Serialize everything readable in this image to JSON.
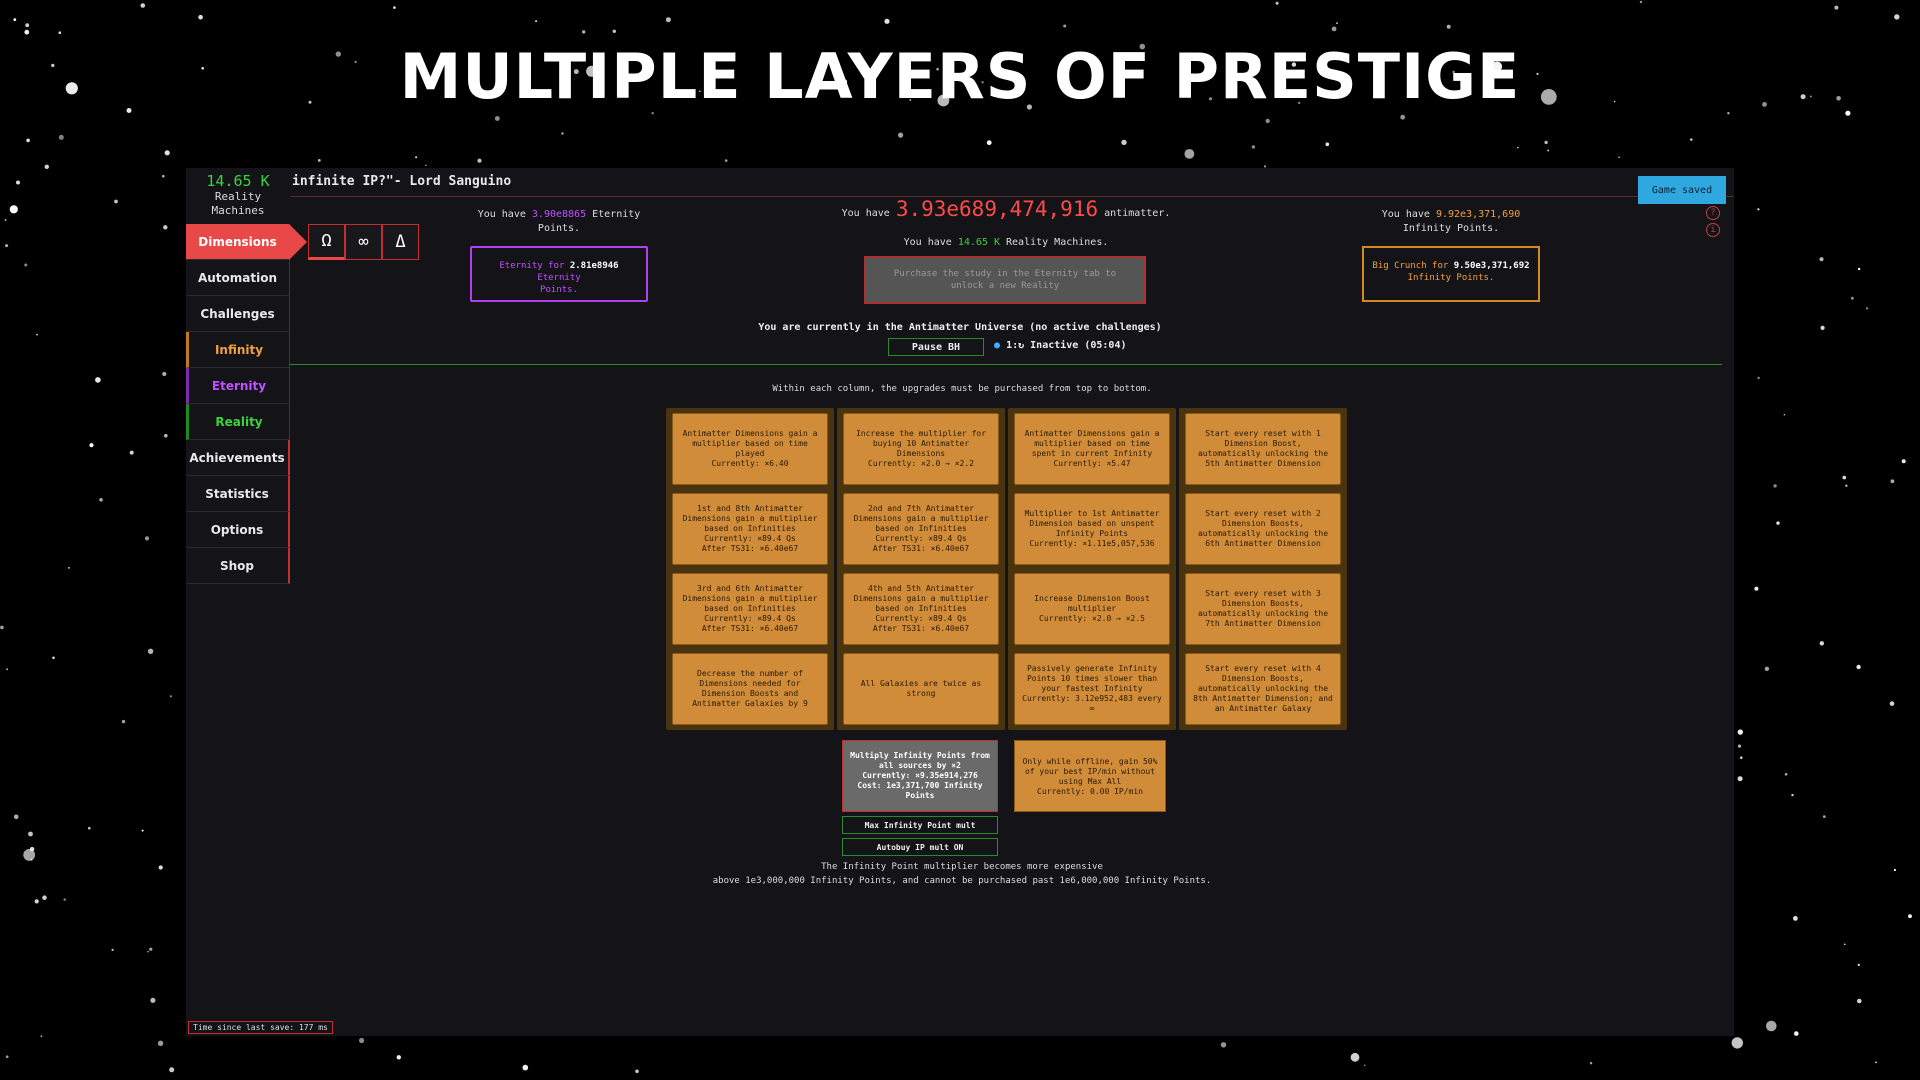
{
  "headline": "MULTIPLE LAYERS OF PRESTIGE",
  "sidebar": {
    "reality_machines_value": "14.65 K",
    "reality_machines_label_1": "Reality",
    "reality_machines_label_2": "Machines",
    "tabs": [
      {
        "label": "Dimensions"
      },
      {
        "label": "Automation"
      },
      {
        "label": "Challenges"
      },
      {
        "label": "Infinity"
      },
      {
        "label": "Eternity"
      },
      {
        "label": "Reality"
      },
      {
        "label": "Achievements"
      },
      {
        "label": "Statistics"
      },
      {
        "label": "Options"
      },
      {
        "label": "Shop"
      }
    ]
  },
  "header": {
    "title": "infinite IP?\"- Lord Sanguino",
    "saved_label": "Game saved",
    "help_icon_glyph": "?",
    "info_icon_glyph": "i"
  },
  "subtabs": [
    {
      "glyph": "Ω",
      "icon": "omega-icon"
    },
    {
      "glyph": "∞",
      "icon": "infinity-icon"
    },
    {
      "glyph": "Δ",
      "icon": "delta-icon"
    }
  ],
  "eternity": {
    "have_prefix": "You have",
    "amount": "3.90e8865",
    "have_suffix": "Eternity",
    "have_suffix_2": "Points.",
    "button_prefix": "Eternity for",
    "button_amount": "2.81e8946",
    "button_suffix": "Eternity",
    "button_suffix_2": "Points."
  },
  "antimatter": {
    "have_prefix": "You have",
    "amount": "3.93e689,474,916",
    "have_suffix": "antimatter.",
    "rm_prefix": "You have",
    "rm_amount": "14.65 K",
    "rm_suffix": "Reality Machines.",
    "reality_button_1": "Purchase the study in the Eternity tab to",
    "reality_button_2": "unlock a new Reality"
  },
  "infinity": {
    "have_prefix": "You have",
    "amount": "9.92e3,371,690",
    "have_suffix": "Infinity Points.",
    "button_prefix": "Big Crunch for",
    "button_amount": "9.50e3,371,692",
    "button_suffix": "Infinity Points."
  },
  "status": {
    "universe_text": "You are currently in the Antimatter Universe (no active challenges)",
    "pause_label": "Pause BH",
    "bh_icon": "1:",
    "bh_status": "Inactive (05:04)"
  },
  "column_note": "Within each column, the upgrades must be purchased from top to bottom.",
  "upgrades": [
    [
      "Antimatter Dimensions gain a multiplier based on time played\nCurrently: ×6.40",
      "1st and 8th Antimatter Dimensions gain a multiplier based on Infinities\nCurrently: ×89.4 Qs\nAfter TS31: ×6.40e67",
      "3rd and 6th Antimatter Dimensions gain a multiplier based on Infinities\nCurrently: ×89.4 Qs\nAfter TS31: ×6.40e67",
      "Decrease the number of Dimensions needed for Dimension Boosts and Antimatter Galaxies by 9"
    ],
    [
      "Increase the multiplier for buying 10 Antimatter Dimensions\nCurrently: ×2.0 → ×2.2",
      "2nd and 7th Antimatter Dimensions gain a multiplier based on Infinities\nCurrently: ×89.4 Qs\nAfter TS31: ×6.40e67",
      "4th and 5th Antimatter Dimensions gain a multiplier based on Infinities\nCurrently: ×89.4 Qs\nAfter TS31: ×6.40e67",
      "All Galaxies are twice as strong"
    ],
    [
      "Antimatter Dimensions gain a multiplier based on time spent in current Infinity\nCurrently: ×5.47",
      "Multiplier to 1st Antimatter Dimension based on unspent Infinity Points\nCurrently: ×1.11e5,057,536",
      "Increase Dimension Boost multiplier\nCurrently: ×2.0 → ×2.5",
      "Passively generate Infinity Points 10 times slower than your fastest Infinity\nCurrently: 3.12e952,483 every ∞"
    ],
    [
      "Start every reset with 1 Dimension Boost, automatically unlocking the 5th Antimatter Dimension",
      "Start every reset with 2 Dimension Boosts, automatically unlocking the 6th Antimatter Dimension",
      "Start every reset with 3 Dimension Boosts, automatically unlocking the 7th Antimatter Dimension",
      "Start every reset with 4 Dimension Boosts, automatically unlocking the 8th Antimatter Dimension; and an Antimatter Galaxy"
    ]
  ],
  "ip_mult": {
    "text": "Multiply Infinity Points from all sources by ×2\nCurrently: ×9.35e914,276\nCost: 1e3,371,700 Infinity Points",
    "max_label": "Max Infinity Point mult",
    "autobuy_label": "Autobuy IP mult ON"
  },
  "offline_upgrade": "Only while offline, gain 50% of your best IP/min without using Max All\nCurrently: 0.00 IP/min",
  "footer_1": "The Infinity Point multiplier becomes more expensive",
  "footer_2": "above 1e3,000,000 Infinity Points, and cannot be purchased past 1e6,000,000 Infinity Points.",
  "last_save": "Time since last save: 177 ms"
}
